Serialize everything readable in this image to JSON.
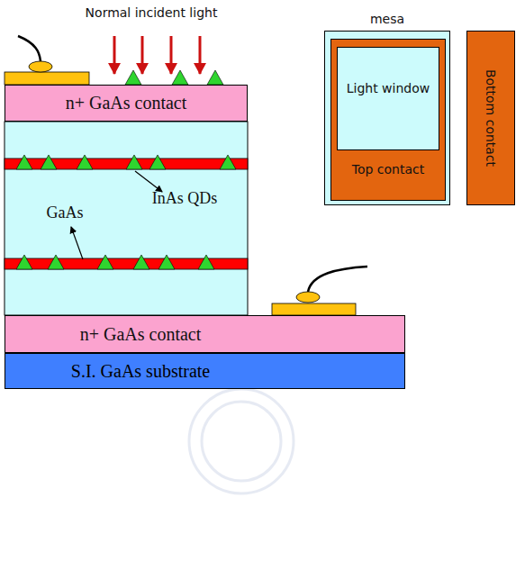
{
  "diagram": {
    "nodes": [
      {
        "text": [
          "n+ GaAs contact"
        ]
      },
      {
        "text": [
          "n+ GaAs contact"
        ]
      },
      {
        "text": [
          "S.I. GaAs substrate"
        ]
      },
      {
        "text": [
          "mesa"
        ]
      },
      {
        "text": [
          "Top contact"
        ],
        "in": 3
      },
      {
        "text": [
          "Light window"
        ],
        "in": 4
      },
      {
        "text": [
          "Bottom contact"
        ]
      }
    ],
    "edges": [],
    "labels": [
      "Normal incident light",
      "GaAs",
      "InAs QDs"
    ]
  }
}
